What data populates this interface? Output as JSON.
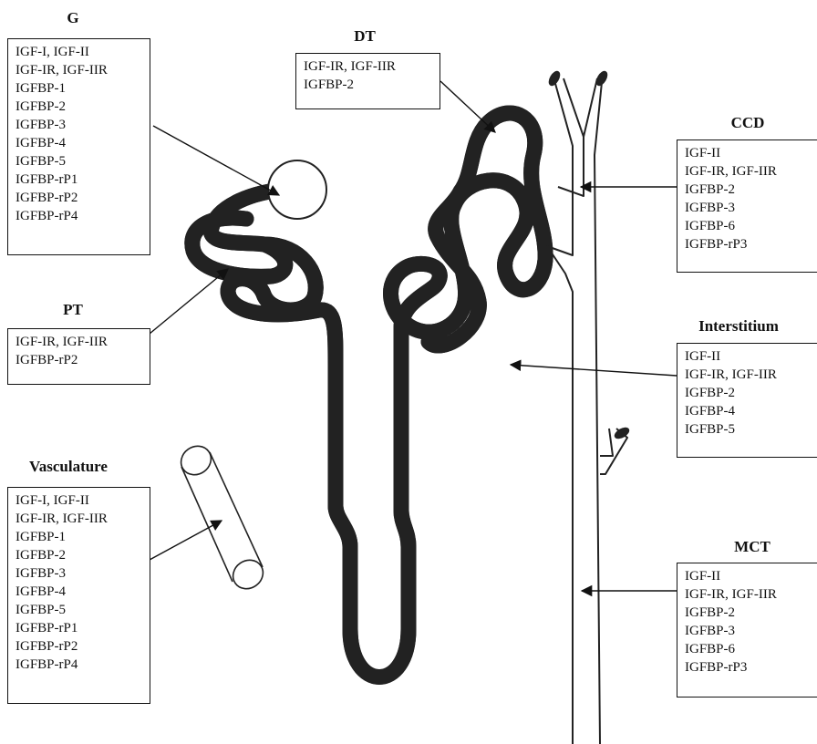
{
  "sections": {
    "g": {
      "title": "G",
      "lines": [
        "IGF-I, IGF-II",
        "IGF-IR, IGF-IIR",
        "IGFBP-1",
        "IGFBP-2",
        "IGFBP-3",
        "IGFBP-4",
        "IGFBP-5",
        "IGFBP-rP1",
        "IGFBP-rP2",
        "IGFBP-rP4"
      ]
    },
    "dt": {
      "title": "DT",
      "lines": [
        "IGF-IR, IGF-IIR",
        "IGFBP-2"
      ]
    },
    "ccd": {
      "title": "CCD",
      "lines": [
        "IGF-II",
        "IGF-IR, IGF-IIR",
        "IGFBP-2",
        "IGFBP-3",
        "IGFBP-6",
        "IGFBP-rP3"
      ]
    },
    "pt": {
      "title": "PT",
      "lines": [
        "IGF-IR, IGF-IIR",
        "IGFBP-rP2"
      ]
    },
    "interstitium": {
      "title": "Interstitium",
      "lines": [
        "IGF-II",
        "IGF-IR, IGF-IIR",
        "IGFBP-2",
        "IGFBP-4",
        "IGFBP-5"
      ]
    },
    "vasculature": {
      "title": "Vasculature",
      "lines": [
        "IGF-I, IGF-II",
        "IGF-IR, IGF-IIR",
        "IGFBP-1",
        "IGFBP-2",
        "IGFBP-3",
        "IGFBP-4",
        "IGFBP-5",
        "IGFBP-rP1",
        "IGFBP-rP2",
        "IGFBP-rP4"
      ]
    },
    "mct": {
      "title": "MCT",
      "lines": [
        "IGF-II",
        "IGF-IR, IGF-IIR",
        "IGFBP-2",
        "IGFBP-3",
        "IGFBP-6",
        "IGFBP-rP3"
      ]
    }
  }
}
